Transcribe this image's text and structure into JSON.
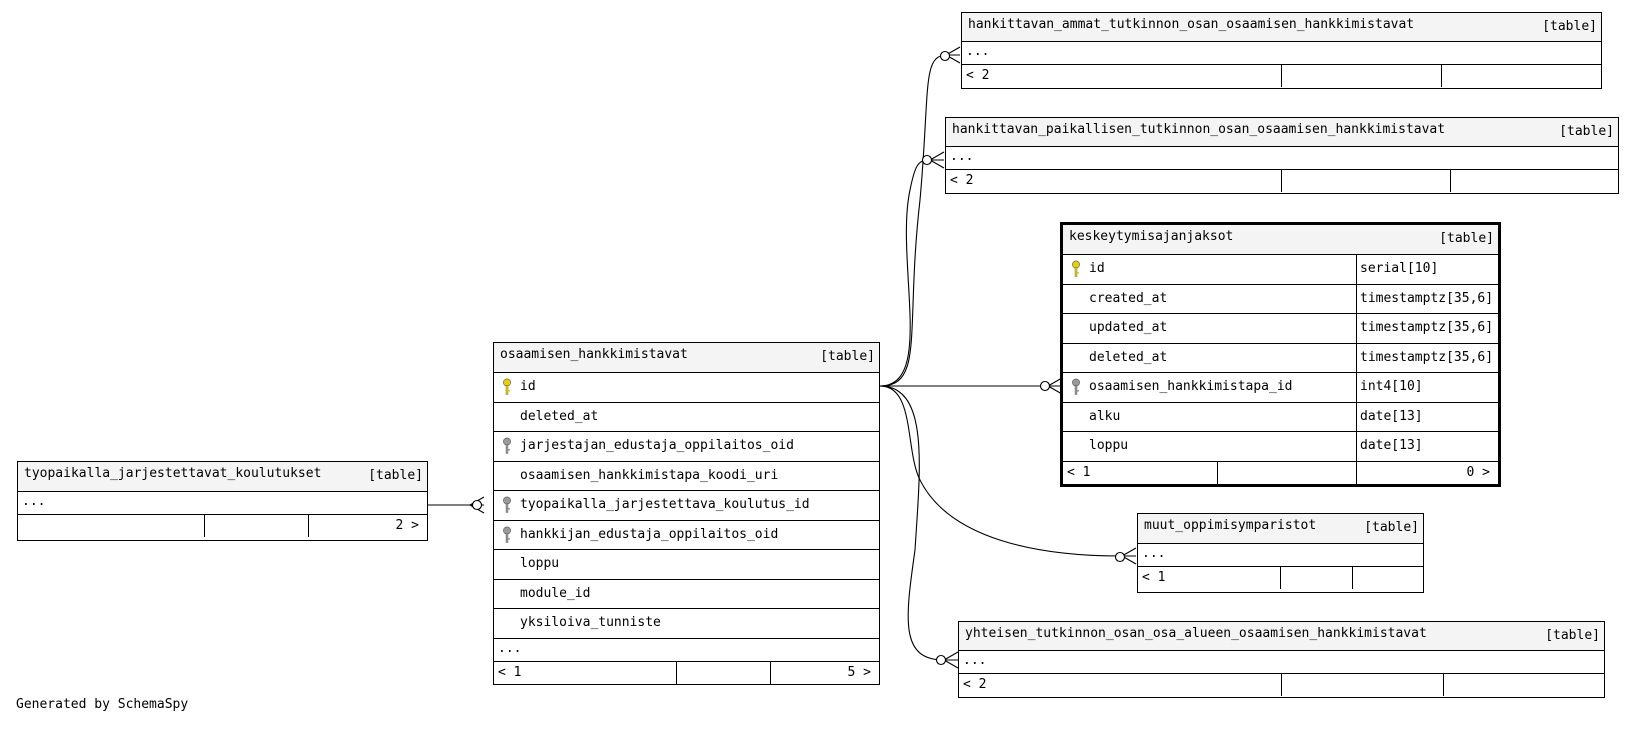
{
  "tables": {
    "tyopaikalla": {
      "name": "tyopaikalla_jarjestettavat_koulutukset",
      "type": "[table]",
      "ellipsis": "...",
      "children_count": "2 >"
    },
    "osaamisen": {
      "name": "osaamisen_hankkimistavat",
      "type": "[table]",
      "columns": [
        {
          "name": "id",
          "key": "primary"
        },
        {
          "name": "deleted_at",
          "key": "none"
        },
        {
          "name": "jarjestajan_edustaja_oppilaitos_oid",
          "key": "foreign"
        },
        {
          "name": "osaamisen_hankkimistapa_koodi_uri",
          "key": "none"
        },
        {
          "name": "tyopaikalla_jarjestettava_koulutus_id",
          "key": "foreign"
        },
        {
          "name": "hankkijan_edustaja_oppilaitos_oid",
          "key": "foreign"
        },
        {
          "name": "loppu",
          "key": "none"
        },
        {
          "name": "module_id",
          "key": "none"
        },
        {
          "name": "yksiloiva_tunniste",
          "key": "none"
        }
      ],
      "ellipsis": "...",
      "parents_count": "< 1",
      "children_count": "5 >"
    },
    "ammat": {
      "name": "hankittavan_ammat_tutkinnon_osan_osaamisen_hankkimistavat",
      "type": "[table]",
      "ellipsis": "...",
      "parents_count": "< 2"
    },
    "paikallisen": {
      "name": "hankittavan_paikallisen_tutkinnon_osan_osaamisen_hankkimistavat",
      "type": "[table]",
      "ellipsis": "...",
      "parents_count": "< 2"
    },
    "keskeytymis": {
      "name": "keskeytymisajanjaksot",
      "type": "[table]",
      "columns": [
        {
          "name": "id",
          "type": "serial[10]",
          "key": "primary"
        },
        {
          "name": "created_at",
          "type": "timestamptz[35,6]",
          "key": "none"
        },
        {
          "name": "updated_at",
          "type": "timestamptz[35,6]",
          "key": "none"
        },
        {
          "name": "deleted_at",
          "type": "timestamptz[35,6]",
          "key": "none"
        },
        {
          "name": "osaamisen_hankkimistapa_id",
          "type": "int4[10]",
          "key": "foreign"
        },
        {
          "name": "alku",
          "type": "date[13]",
          "key": "none"
        },
        {
          "name": "loppu",
          "type": "date[13]",
          "key": "none"
        }
      ],
      "parents_count": "< 1",
      "children_count": "0 >"
    },
    "muut": {
      "name": "muut_oppimisymparistot",
      "type": "[table]",
      "ellipsis": "...",
      "parents_count": "< 1"
    },
    "yhteisen": {
      "name": "yhteisen_tutkinnon_osan_osa_alueen_osaamisen_hankkimistavat",
      "type": "[table]",
      "ellipsis": "...",
      "parents_count": "< 2"
    }
  },
  "footer": {
    "credit": "Generated by SchemaSpy"
  },
  "colors": {
    "primary_key": "#e8d000",
    "foreign_key": "#9a9a9a",
    "header_bg": "#f4f4f4"
  }
}
